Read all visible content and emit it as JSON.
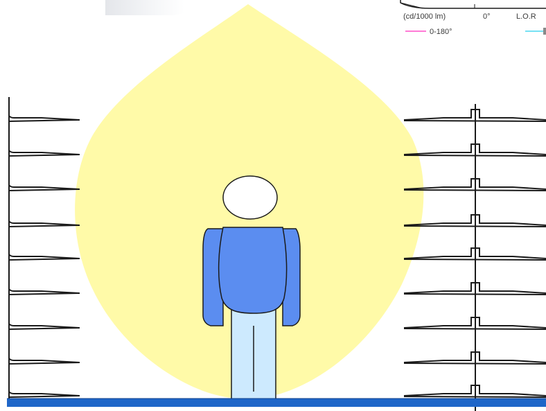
{
  "legend": {
    "units_label": "(cd/1000 lm)",
    "angle_label": "0°",
    "lor_label": "L.O.R",
    "series": [
      {
        "name": "0-180°",
        "color": "#ff4fc8"
      },
      {
        "name": "",
        "color": "#49d7f0"
      }
    ]
  },
  "colors": {
    "light_cone": "#fffaa8",
    "shirt": "#5b8df0",
    "legs": "#cdeafe",
    "floor": "#1f66c8",
    "shelf_line": "#1a1a1a",
    "head": "#ffffff"
  },
  "icons": {
    "person": "person-icon",
    "luminaire_cone": "light-distribution-icon"
  }
}
